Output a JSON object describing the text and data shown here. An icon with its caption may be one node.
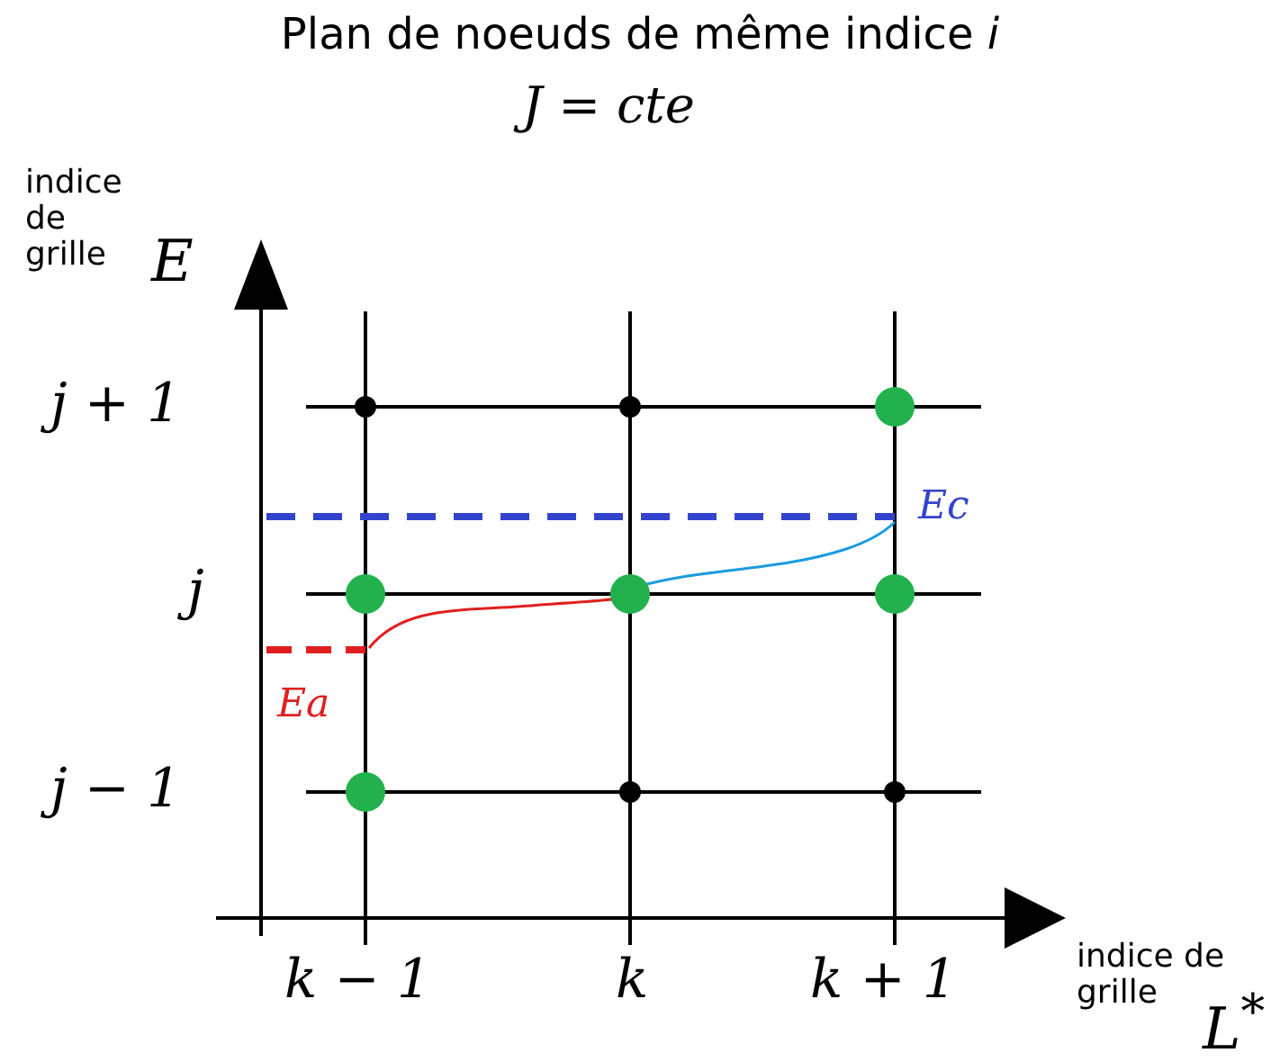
{
  "diagram": {
    "title": "Plan de noeuds de même indice *i*",
    "labels": [
      "J = cte",
      "indice de grille",
      "E",
      "j + 1",
      "j",
      "Ec",
      "Ea",
      "j − 1",
      "k − 1",
      "k",
      "k + 1",
      "indice de grille",
      "L$^{*}$"
    ]
  }
}
